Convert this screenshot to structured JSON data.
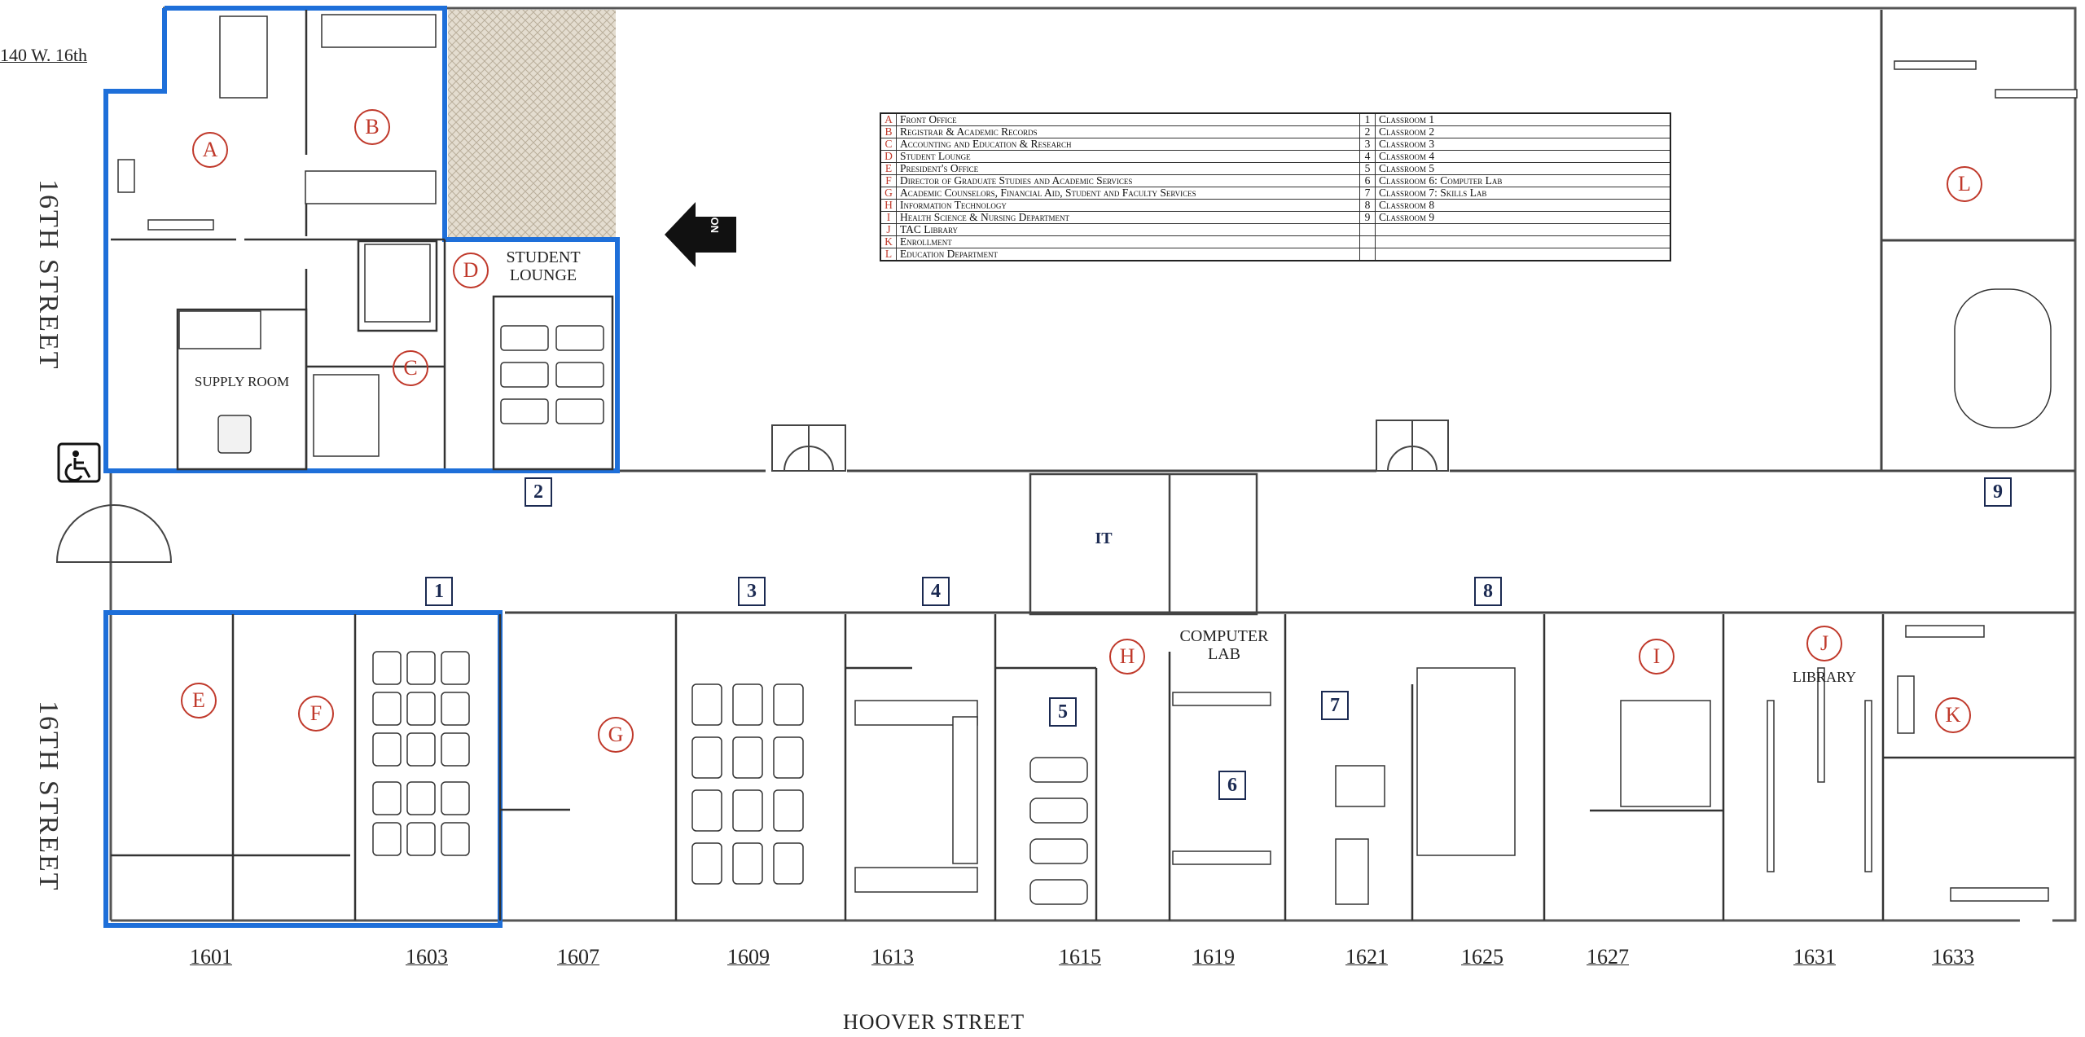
{
  "streets": {
    "address": "140 W. 16th",
    "west_top": "16TH STREET",
    "west_bottom": "16TH STREET",
    "south": "HOOVER STREET"
  },
  "north_label": "NORTH",
  "legend": {
    "letters": [
      {
        "key": "A",
        "name": "Front Office"
      },
      {
        "key": "B",
        "name": "Registrar & Academic Records"
      },
      {
        "key": "C",
        "name": "Accounting and Education & Research"
      },
      {
        "key": "D",
        "name": "Student Lounge"
      },
      {
        "key": "E",
        "name": "President's Office"
      },
      {
        "key": "F",
        "name": "Director of Graduate Studies and Academic Services"
      },
      {
        "key": "G",
        "name": "Academic Counselors, Financial Aid, Student and Faculty Services"
      },
      {
        "key": "H",
        "name": "Information Technology"
      },
      {
        "key": "I",
        "name": "Health Science & Nursing Department"
      },
      {
        "key": "J",
        "name": "TAC Library"
      },
      {
        "key": "K",
        "name": "Enrollment"
      },
      {
        "key": "L",
        "name": "Education Department"
      }
    ],
    "numbers": [
      {
        "key": "1",
        "name": "Classroom 1"
      },
      {
        "key": "2",
        "name": "Classroom 2"
      },
      {
        "key": "3",
        "name": "Classroom 3"
      },
      {
        "key": "4",
        "name": "Classroom 4"
      },
      {
        "key": "5",
        "name": "Classroom 5"
      },
      {
        "key": "6",
        "name": "Classroom 6: Computer Lab"
      },
      {
        "key": "7",
        "name": "Classroom 7: Skills Lab"
      },
      {
        "key": "8",
        "name": "Classroom 8"
      },
      {
        "key": "9",
        "name": "Classroom 9"
      },
      {
        "key": "",
        "name": ""
      },
      {
        "key": "",
        "name": ""
      },
      {
        "key": "",
        "name": ""
      }
    ]
  },
  "room_labels": {
    "student_lounge": "STUDENT LOUNGE",
    "supply_room": "SUPPLY ROOM",
    "it": "IT",
    "computer_lab": "COMPUTER LAB",
    "library": "LIBRARY"
  },
  "room_letters": [
    "A",
    "B",
    "C",
    "D",
    "E",
    "F",
    "G",
    "H",
    "I",
    "J",
    "K",
    "L"
  ],
  "room_numbers": [
    "1",
    "2",
    "3",
    "4",
    "5",
    "6",
    "7",
    "8",
    "9"
  ],
  "suite_numbers": [
    "1601",
    "1603",
    "1607",
    "1609",
    "1613",
    "1615",
    "1619",
    "1621",
    "1625",
    "1627",
    "1631",
    "1633"
  ],
  "colors": {
    "highlight": "#1e6fd9",
    "letter": "#c0392b",
    "number": "#1b2a52",
    "wall": "#333333"
  }
}
